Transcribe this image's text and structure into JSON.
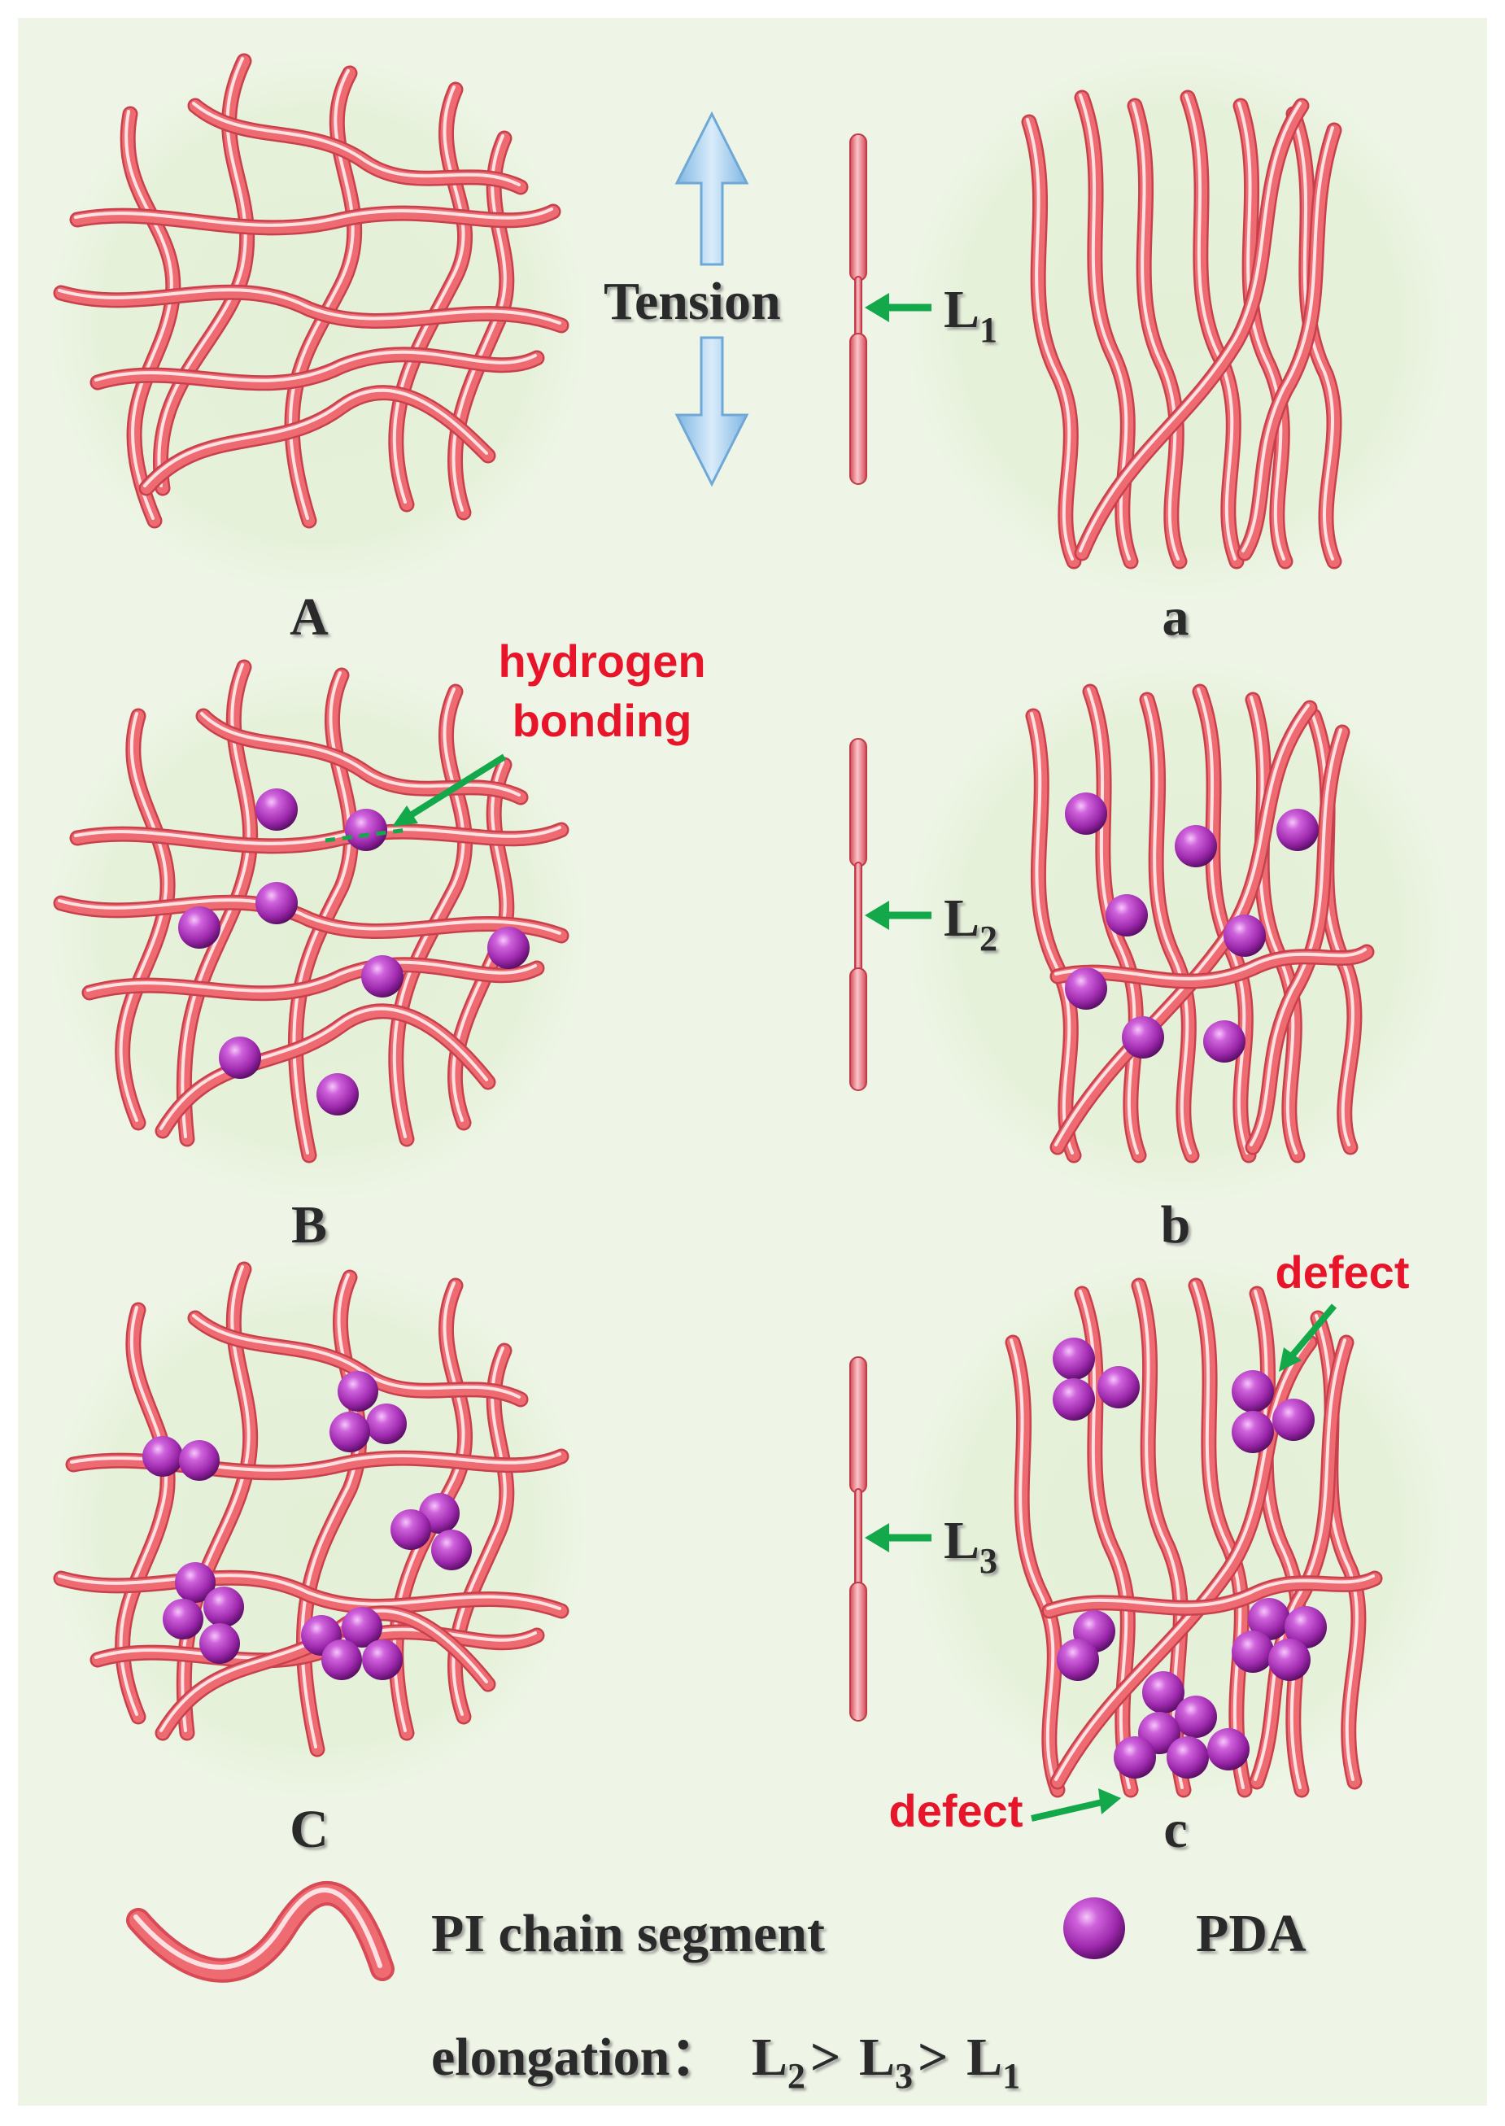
{
  "figure": {
    "tension_label": "Tension",
    "panels": {
      "A": "A",
      "a": "a",
      "B": "B",
      "b": "b",
      "C": "C",
      "c": "c"
    },
    "annotations": {
      "hydrogen_1": "hydrogen",
      "hydrogen_2": "bonding",
      "defect_top": "defect",
      "defect_bottom": "defect"
    },
    "lengths": {
      "L1": "L",
      "L1_sub": "1",
      "L2": "L",
      "L2_sub": "2",
      "L3": "L",
      "L3_sub": "3"
    },
    "legend": {
      "chain": "PI chain  segment",
      "sphere": "PDA"
    },
    "elongation": {
      "prefix": "elongation：",
      "t1": "L",
      "s1": "2",
      "gt1": ">",
      "t2": "L",
      "s2": "3",
      "gt2": ">",
      "t3": "L",
      "s3": "1"
    },
    "colors": {
      "background": "#eef5e6",
      "chain": "#ef6b72",
      "chain_dark": "#d84a55",
      "pda": "#b43cc0",
      "arrow_green": "#13a84a",
      "tension_arrow": "#a9d2ef",
      "annotation_red": "#e8152a"
    }
  }
}
